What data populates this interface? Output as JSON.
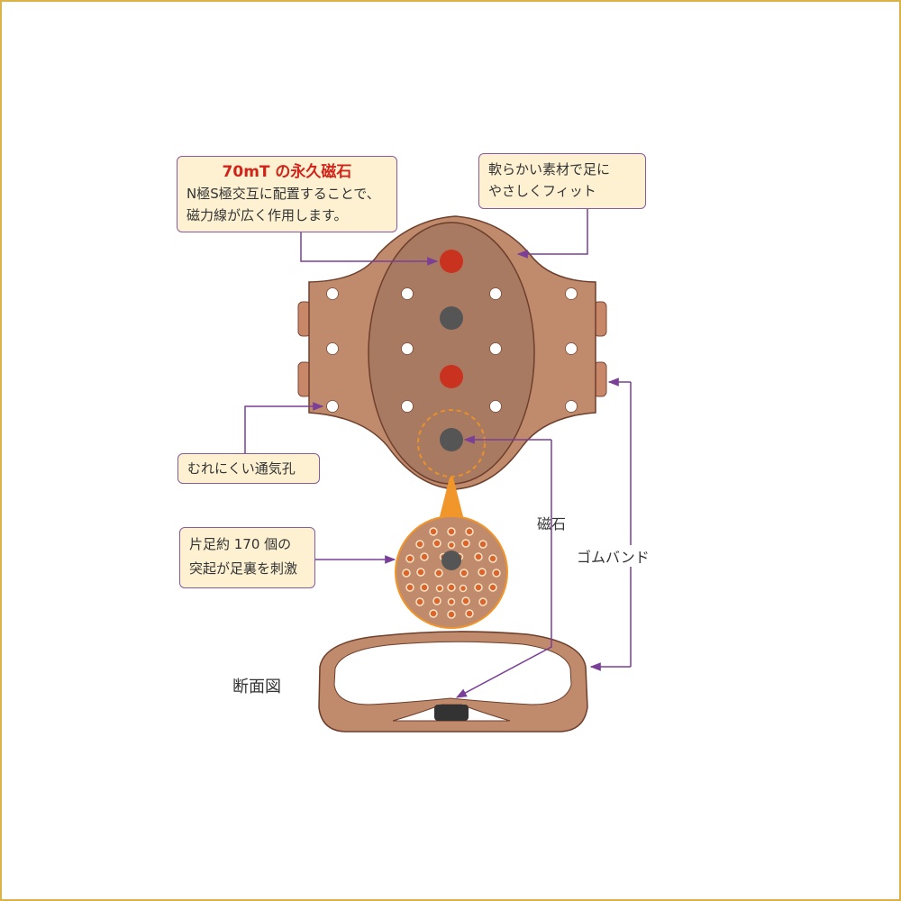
{
  "callouts": {
    "magnet_title": "70mT の永久磁石",
    "magnet_line1": "N極S極交互に配置することで、",
    "magnet_line2": "磁力線が広く作用します。",
    "soft_line1": "軟らかい素材で足に",
    "soft_line2": "やさしくフィット",
    "vent": "むれにくい通気孔",
    "bumps_line1": "片足約 170 個の",
    "bumps_line2": "突起が足裏を刺激"
  },
  "labels": {
    "magnet": "磁石",
    "rubber_band": "ゴムバンド",
    "cross_section": "断面図"
  },
  "colors": {
    "frame": "#d9b24a",
    "callout_bg": "#fdf1d2",
    "arrow": "#7a3f96",
    "highlight_text": "#d0241b",
    "insole": "#c08a6c",
    "pad": "#a97a62",
    "magnet_red": "#c8321e",
    "magnet_gray": "#555555"
  }
}
